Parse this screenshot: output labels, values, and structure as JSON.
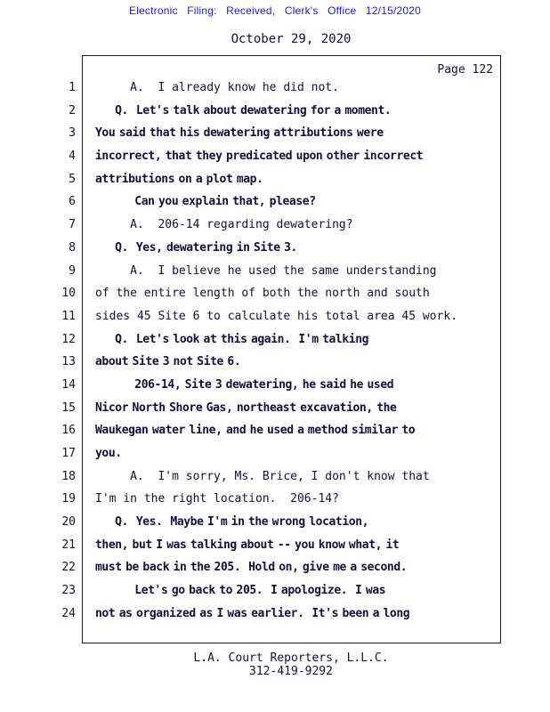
{
  "colors": {
    "efiling_blue": "#1c1cc0",
    "text_navy": "#10103c",
    "page_border": "#1a1a1a"
  },
  "header": {
    "filing_line": "Electronic Filing: Received, Clerk's Office 12/15/2020",
    "hearing_date": "October 29, 2020"
  },
  "page": {
    "page_label": "Page 122",
    "lines": [
      {
        "num": "1",
        "bold": false,
        "text": "     A.  I already know he did not."
      },
      {
        "num": "2",
        "bold": true,
        "text": "     Q.  Let's talk about dewatering for a moment."
      },
      {
        "num": "3",
        "bold": true,
        "text": "You said that his dewatering attributions were"
      },
      {
        "num": "4",
        "bold": true,
        "text": "incorrect, that they predicated upon other incorrect"
      },
      {
        "num": "5",
        "bold": true,
        "text": "attributions on a plot map."
      },
      {
        "num": "6",
        "bold": true,
        "text": "          Can you explain that, please?"
      },
      {
        "num": "7",
        "bold": false,
        "text": "     A.  206-14 regarding dewatering?"
      },
      {
        "num": "8",
        "bold": true,
        "text": "     Q.  Yes, dewatering in Site 3."
      },
      {
        "num": "9",
        "bold": false,
        "text": "     A.  I believe he used the same understanding"
      },
      {
        "num": "10",
        "bold": false,
        "text": "of the entire length of both the north and south"
      },
      {
        "num": "11",
        "bold": false,
        "text": "sides 45 Site 6 to calculate his total area 45 work."
      },
      {
        "num": "12",
        "bold": true,
        "text": "     Q.  Let's look at this again.  I'm talking"
      },
      {
        "num": "13",
        "bold": true,
        "text": "about Site 3 not Site 6."
      },
      {
        "num": "14",
        "bold": true,
        "text": "          206-14, Site 3 dewatering, he said he used"
      },
      {
        "num": "15",
        "bold": true,
        "text": "Nicor North Shore Gas, northeast excavation, the"
      },
      {
        "num": "16",
        "bold": true,
        "text": "Waukegan water line, and he used a method similar to"
      },
      {
        "num": "17",
        "bold": true,
        "text": "you."
      },
      {
        "num": "18",
        "bold": false,
        "text": "     A.  I'm sorry, Ms. Brice, I don't know that"
      },
      {
        "num": "19",
        "bold": false,
        "text": "I'm in the right location.  206-14?"
      },
      {
        "num": "20",
        "bold": true,
        "text": "     Q.  Yes.  Maybe I'm in the wrong location,"
      },
      {
        "num": "21",
        "bold": true,
        "text": "then, but I was talking about -- you know what, it"
      },
      {
        "num": "22",
        "bold": true,
        "text": "must be back in the 205.  Hold on, give me a second."
      },
      {
        "num": "23",
        "bold": true,
        "text": "          Let's go back to 205.  I apologize.  I was"
      },
      {
        "num": "24",
        "bold": true,
        "text": "not as organized as I was earlier.  It's been a long"
      }
    ]
  },
  "footer": {
    "company": "L.A. Court Reporters, L.L.C.",
    "phone": "312-419-9292"
  }
}
